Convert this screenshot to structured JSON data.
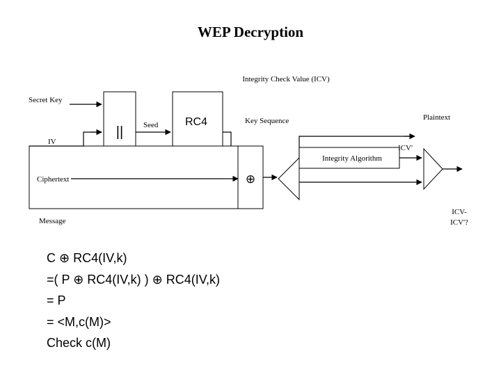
{
  "title": "WEP Decryption",
  "labels": {
    "icv_header": "Integrity Check Value (ICV)",
    "secret_key": "Secret Key",
    "iv": "IV",
    "concat_symbol": "||",
    "seed": "Seed",
    "rc4": "RC4",
    "key_sequence": "Key Sequence",
    "plaintext": "Plaintext",
    "integrity_algorithm": "Integrity Algorithm",
    "icv_prime": "ICV'",
    "ciphertext": "Ciphertext",
    "xor_symbol": "⊕",
    "message": "Message",
    "icv_compare_line1": "ICV-",
    "icv_compare_line2": "ICV'?"
  },
  "formula": [
    "C ⊕ RC4(IV,k)",
    "=( P ⊕ RC4(IV,k) ) ⊕ RC4(IV,k)",
    "= P",
    "= <M,c(M)>",
    "Check c(M)"
  ]
}
